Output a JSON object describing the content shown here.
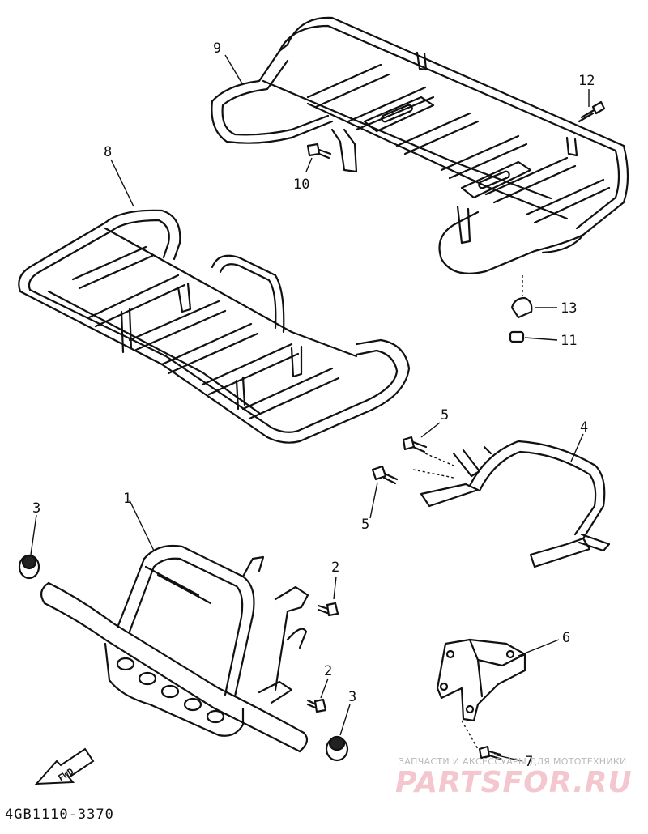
{
  "diagram": {
    "code": "4GB1110-3370",
    "fwd_label": "FWD",
    "callouts": {
      "c1": "1",
      "c2a": "2",
      "c2b": "2",
      "c3a": "3",
      "c3b": "3",
      "c4": "4",
      "c5a": "5",
      "c5b": "5",
      "c6": "6",
      "c7": "7",
      "c8": "8",
      "c9": "9",
      "c10": "10",
      "c11": "11",
      "c12": "12",
      "c13": "13"
    }
  },
  "watermark": {
    "caption": "ЗАПЧАСТИ И АКСЕССУАРЫ ДЛЯ МОТОТЕХНИКИ",
    "logo": "PARTSFOR.RU"
  }
}
